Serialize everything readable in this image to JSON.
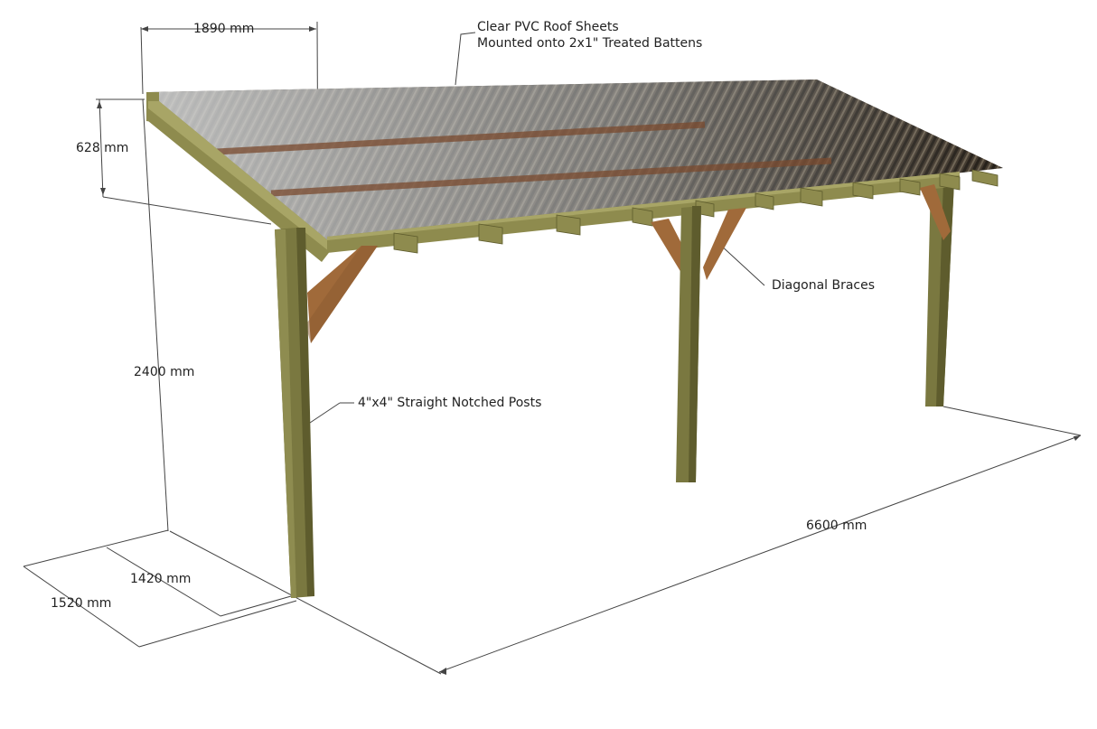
{
  "colors": {
    "post": "#7a7840",
    "post_dark": "#5e5c2d",
    "post_light": "#9a9858",
    "beam": "#8e8b4e",
    "brace": "#a06a3a",
    "brace_dark": "#7c4f28",
    "roof_dark": "#2c2419",
    "roof_light": "#c9cbcc",
    "dim_line": "#444444",
    "label": "#222222"
  },
  "dimensions": {
    "rafter_spacing": "1890 mm",
    "roof_rise": "628 mm",
    "post_height": "2400 mm",
    "depth_inner": "1420 mm",
    "depth_outer": "1520 mm",
    "length": "6600 mm"
  },
  "callouts": {
    "roof_sheets_line1": "Clear PVC Roof Sheets",
    "roof_sheets_line2": "Mounted onto 2x1\" Treated Battens",
    "braces": "Diagonal Braces",
    "posts": "4\"x4\" Straight Notched Posts"
  }
}
